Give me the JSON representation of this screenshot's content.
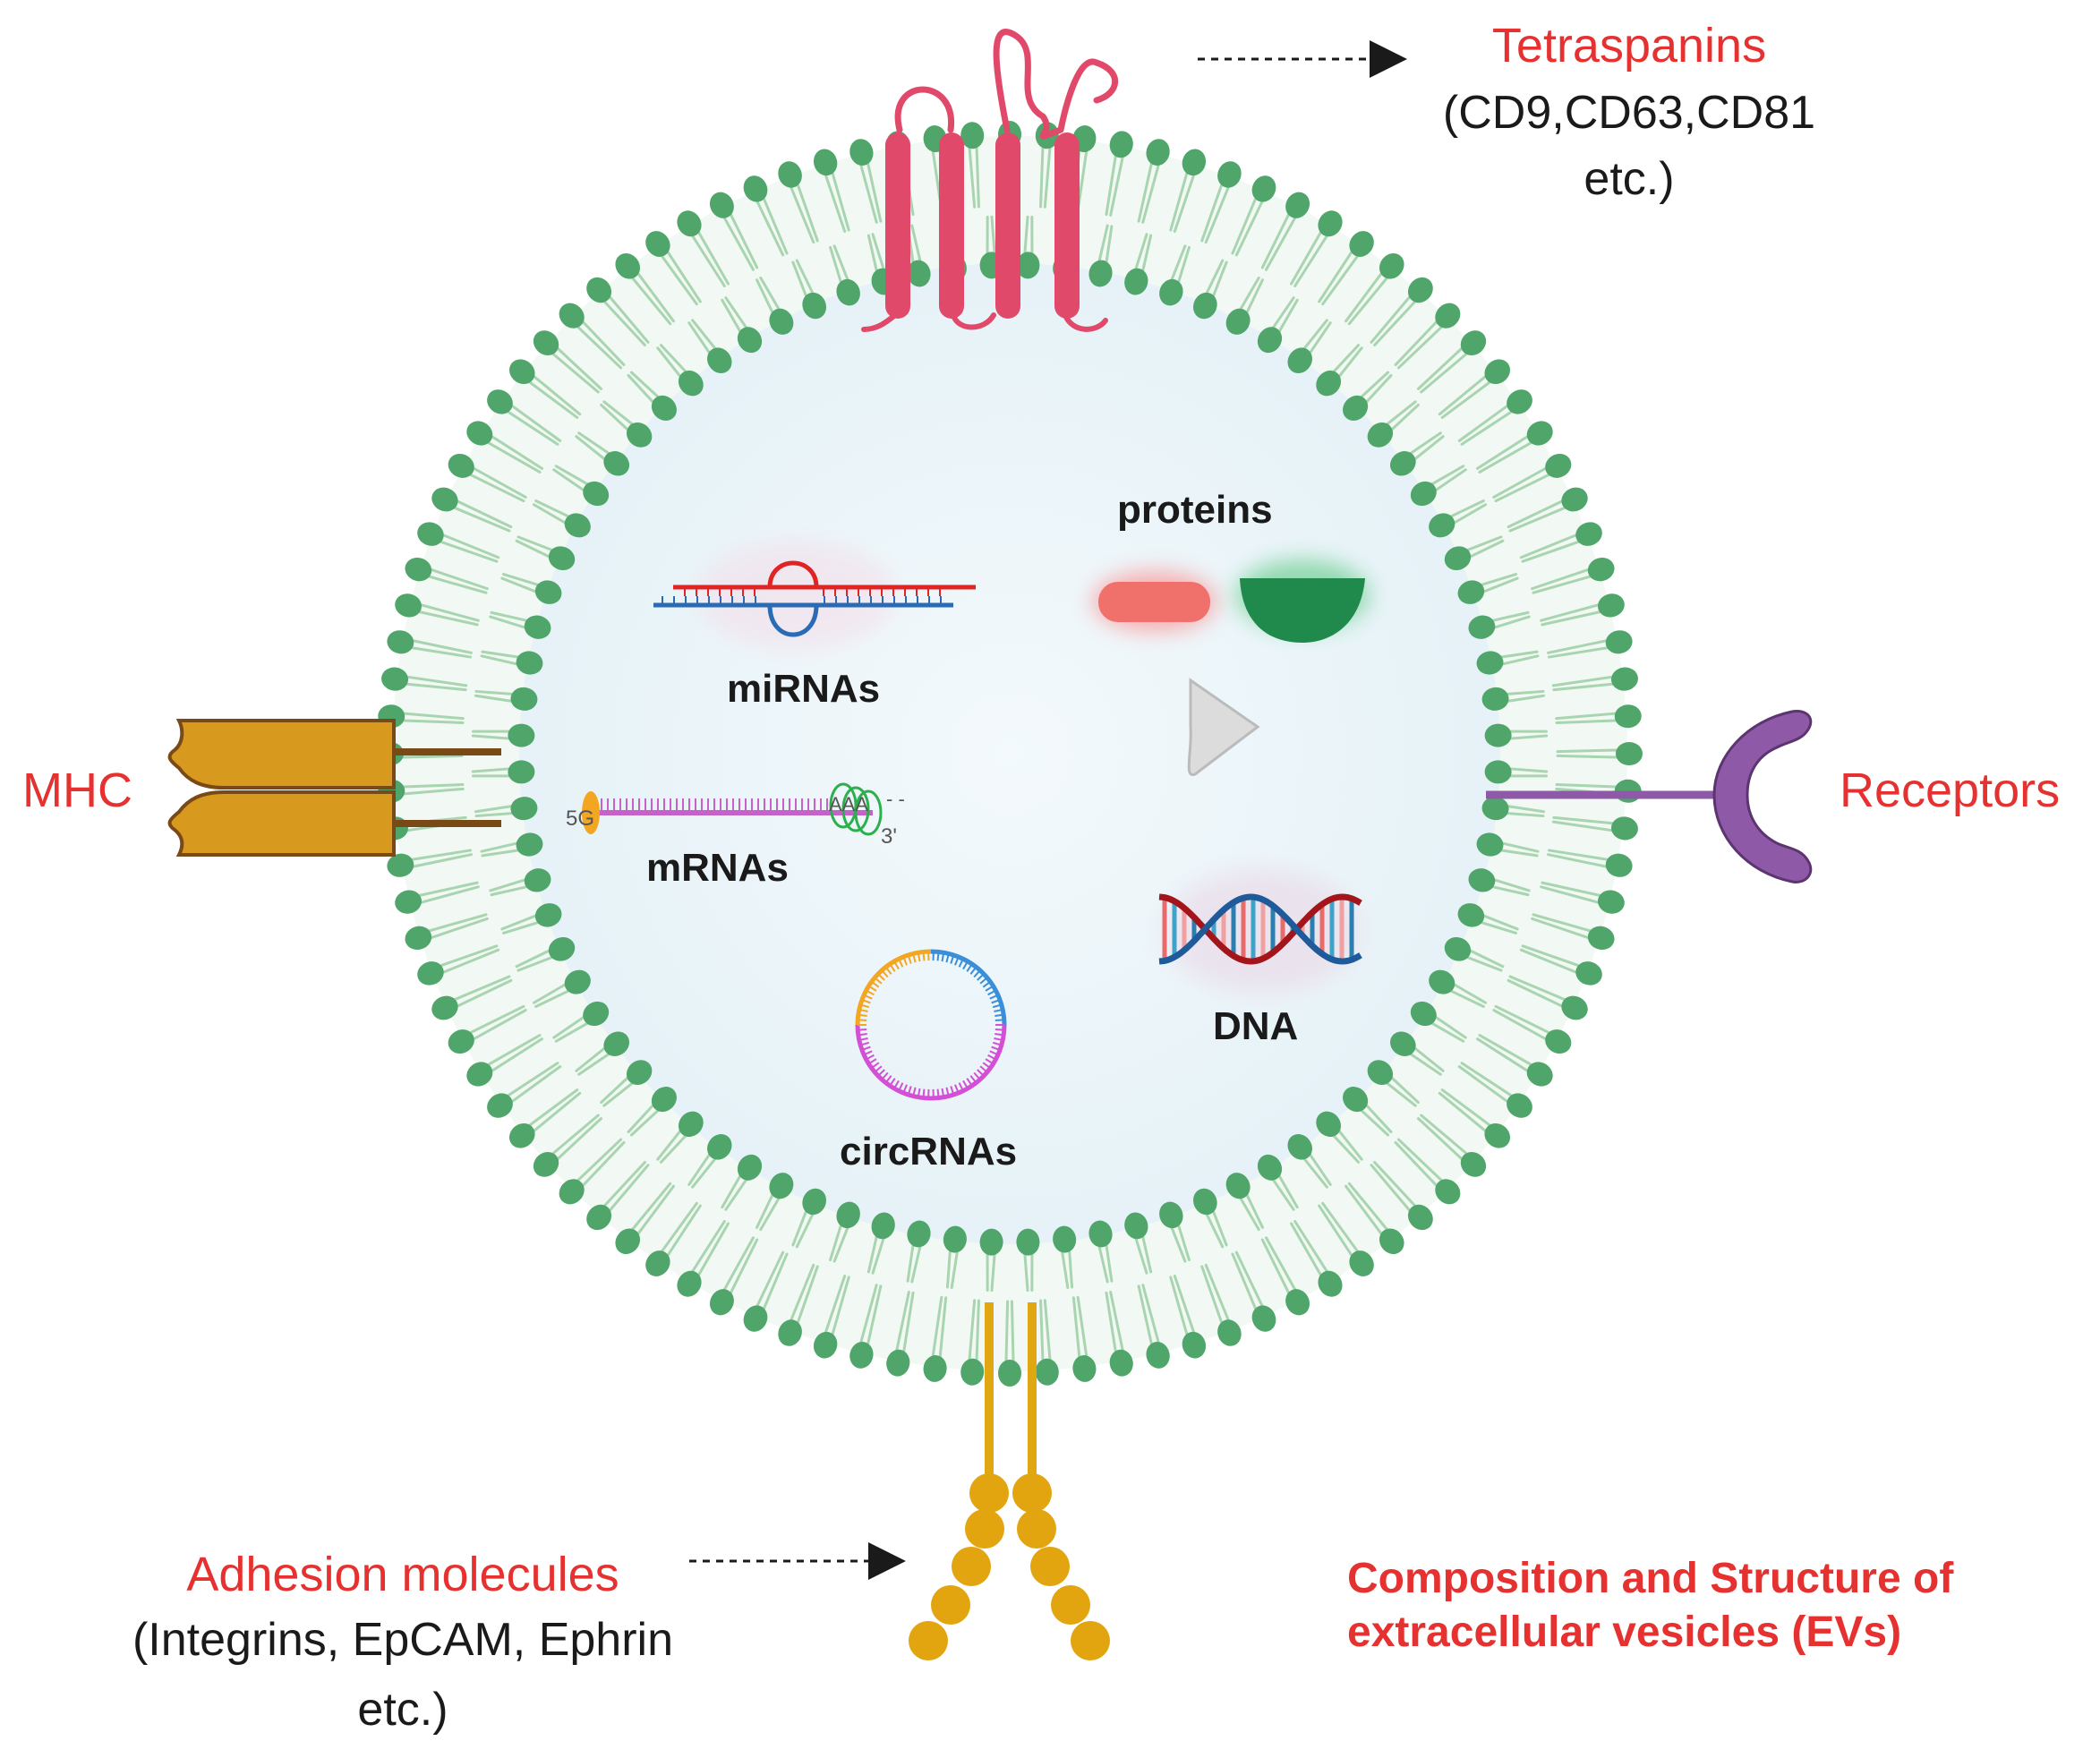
{
  "labels": {
    "tetraspanins_title": "Tetraspanins",
    "tetraspanins_detail_1": "(CD9,CD63,CD81",
    "tetraspanins_detail_2": "etc.)",
    "mhc": "MHC",
    "receptors": "Receptors",
    "adhesion_title": "Adhesion molecules",
    "adhesion_detail_1": "(Integrins, EpCAM, Ephrin",
    "adhesion_detail_2": "etc.)",
    "caption_1": "Composition and Structure of",
    "caption_2": "extracellular vesicles (EVs)"
  },
  "cargo": {
    "proteins": "proteins",
    "mirnas": "miRNAs",
    "mrnas": "mRNAs",
    "mrna_5prime": "5G",
    "mrna_polya": "AAA",
    "mrna_3prime": "3'",
    "circrnas": "circRNAs",
    "dna": "DNA"
  },
  "colors": {
    "label_red": "#e5312f",
    "lipid_head": "#4fa56a",
    "lipid_tail": "#a8d5b0",
    "lumen": "#eef6fa",
    "tetraspanin": "#e0496a",
    "mhc": "#d89a1e",
    "mhc_outline": "#7a4a16",
    "receptor": "#8e5aa8",
    "adhesion": "#e0a712"
  },
  "icons": [
    "tetraspanin-icon",
    "mhc-icon",
    "receptor-icon",
    "adhesion-molecule-icon",
    "mirna-icon",
    "mrna-icon",
    "circrna-icon",
    "dna-helix-icon",
    "protein-icon"
  ]
}
